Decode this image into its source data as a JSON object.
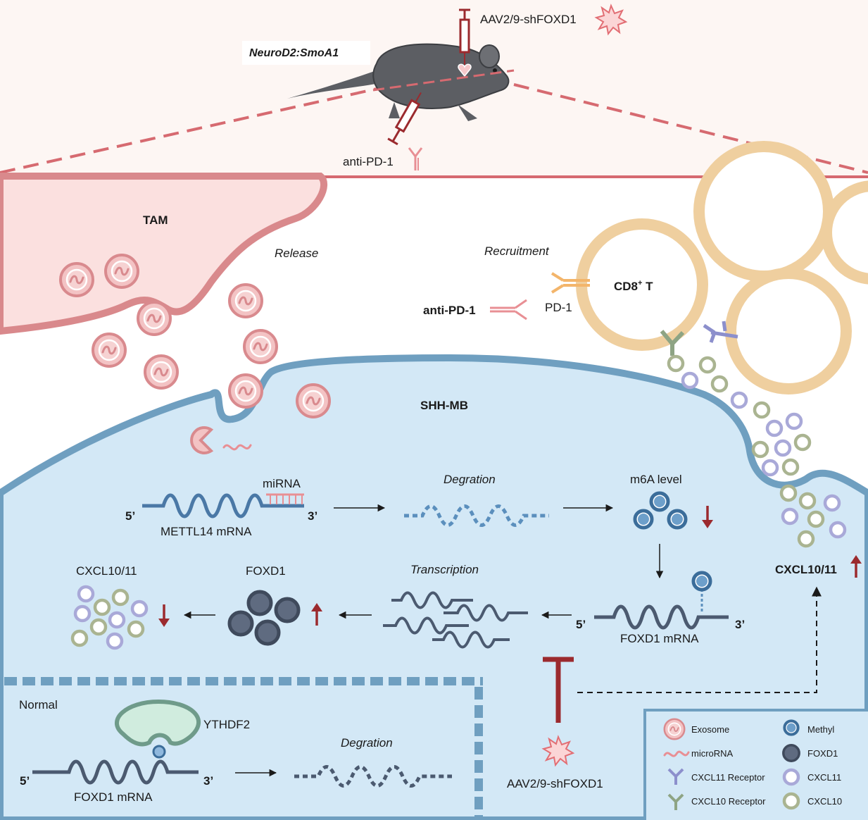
{
  "top": {
    "mouse_model": "NeuroD2:SmoA1",
    "aav_label": "AAV2/9-shFOXD1",
    "antipd1_label": "anti-PD-1"
  },
  "cells": {
    "tam": "TAM",
    "cd8_main": "CD8",
    "cd8_sup": "+",
    "cd8_tail": " T",
    "tumor": "SHH-MB"
  },
  "labels": {
    "release": "Release",
    "recruitment": "Recruitment",
    "antipd1": "anti-PD-1",
    "pd1": "PD-1",
    "mirna": "miRNA",
    "five_prime": "5’",
    "three_prime": "3’",
    "mettl14_mrna": "METTL14 mRNA",
    "degration": "Degration",
    "m6a_level": "m6A level",
    "transcription": "Transcription",
    "foxd1_mrna": "FOXD1 mRNA",
    "foxd1": "FOXD1",
    "cxcl1011": "CXCL10/11",
    "cxcl1011_right": "CXCL10/11",
    "normal": "Normal",
    "ythdf2": "YTHDF2",
    "aav_bottom": "AAV2/9-shFOXD1"
  },
  "legend": {
    "exosome": "Exosome",
    "microrna": "microRNA",
    "cxcl11_receptor": "CXCL11 Receptor",
    "cxcl10_receptor": "CXCL10 Receptor",
    "methyl": "Methyl",
    "foxd1": "FOXD1",
    "cxcl11": "CXCL11",
    "cxcl10": "CXCL10"
  },
  "colors": {
    "tam_fill": "#fbe0df",
    "tam_stroke": "#d9898c",
    "tumor_fill": "#d3e8f6",
    "tumor_stroke": "#6f9fc0",
    "tcell_stroke": "#efcf9f",
    "dashed_red": "#d66a70",
    "dark_red": "#9b2a2e",
    "methyl_blue": "#3b6d9a",
    "foxd1_dark": "#4b5a70",
    "cxcl11_purple": "#a9a9d8",
    "cxcl10_green": "#a9b591"
  }
}
